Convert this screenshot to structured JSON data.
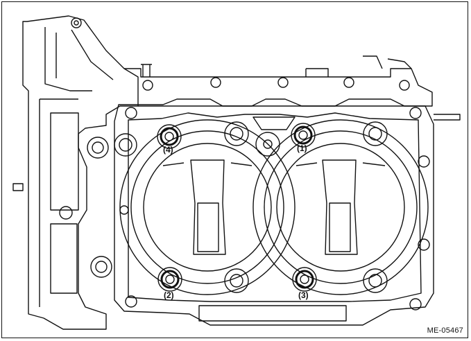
{
  "figure": {
    "code": "ME-05467",
    "bolt_labels": [
      "(4)",
      "(1)",
      "(2)",
      "(3)"
    ]
  },
  "style": {
    "line_color": "#111111",
    "background": "#ffffff"
  }
}
